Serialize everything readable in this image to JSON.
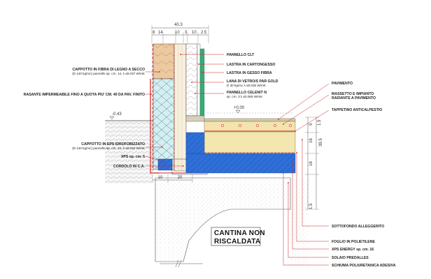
{
  "colors": {
    "wood_fibre": "#ecc9a0",
    "eps_insulation": "#d6eef0",
    "xps_blue": "#2f6fd8",
    "screed": "#f3e6ae",
    "leader_red": "#cc2222",
    "clt_panel": "#f7f0dc",
    "plaster_green": "#3aaa7a",
    "concrete": "#f4f4f4"
  },
  "top_dimensions": {
    "total": "40.3",
    "parts": [
      "8",
      "14",
      "10",
      "3",
      "10",
      "2.5"
    ]
  },
  "bottom_dimensions": [
    "10",
    "20"
  ],
  "elevations": {
    "ground": "-0.43",
    "floor": "+0.00"
  },
  "right_dimensions": {
    "total": "39.5",
    "parts": [
      "5",
      "1.5",
      "16",
      "16",
      "1.5"
    ]
  },
  "space_label": [
    "CANTINA NON",
    "RISCALDATA"
  ],
  "callouts_left": [
    {
      "title": "CAPPOTTO IN FIBRA DI LEGNO A SECCO",
      "sub": "(D 140 kg/mc)  pannello sp. cm. 14, λ ≤0.037  W/mK"
    },
    {
      "title": "RASANTE IMPERMEABILE FINO A QUOTA PIU' CM. 40 DA PAV. FINITO",
      "sub": ""
    },
    {
      "title": "CAPPOTTO IN EPS IDROFOBIZZATO",
      "sub": "(D 140 kg/mc)  pannello sp. cm. 12, λ ≤0.032  W/mK"
    },
    {
      "title": "XPS sp. cm. 5",
      "sub": ""
    },
    {
      "title": "CORDOLO IN C.A.",
      "sub": ""
    }
  ],
  "callouts_wall": [
    {
      "title": "PANNELLO CLT",
      "sub": ""
    },
    {
      "title": "LASTRA IN CARTONGESSO",
      "sub": ""
    },
    {
      "title": "LASTRA IN GESSO FIBRA",
      "sub": ""
    },
    {
      "title": "LANA DI VETRO/S PAR GOLD",
      "sub": "D 30 kg/mc  λ ≤0.035  W/mK"
    },
    {
      "title": "PANNELLO CELENIT N",
      "sub": "sp. cm. 3  λ ≤0.065  W/mK"
    }
  ],
  "callouts_right": [
    {
      "title": "PAVIMENTO",
      "sub": ""
    },
    {
      "title": "MASSETTO E IMPIANTO",
      "sub": "RADIANTE A PAVIMENTO"
    },
    {
      "title": "TAPPETINO ANTICALPESTIO",
      "sub": ""
    },
    {
      "title": "SOTTOFONDO ALLEGGERITO",
      "sub": ""
    },
    {
      "title": "FOGLIO IN POLIETILENE",
      "sub": ""
    },
    {
      "title": "XPS ENERGY sp. cm. 16",
      "sub": ""
    },
    {
      "title": "SOLAIO PREDALLES",
      "sub": ""
    },
    {
      "title": "SCHIUMA POLIURETANICA ADESIVA",
      "sub": ""
    }
  ]
}
